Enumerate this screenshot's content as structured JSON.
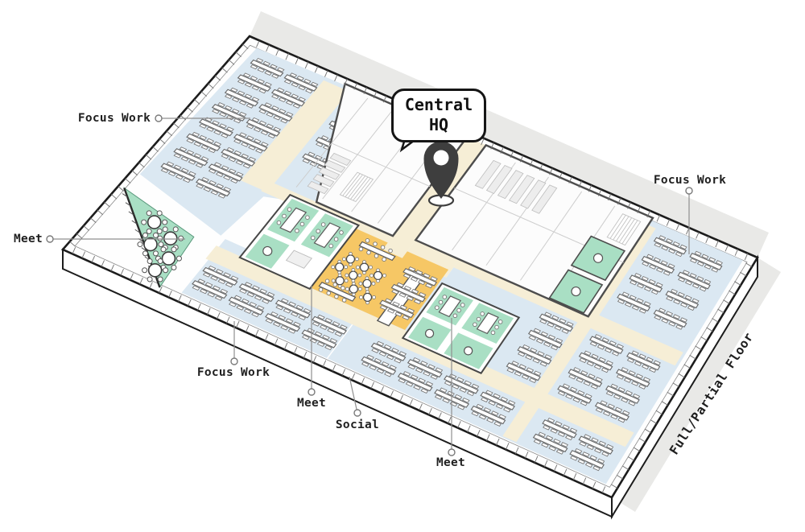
{
  "title": "Central HQ office floor plan",
  "callout": {
    "line1": "Central",
    "line2": "HQ"
  },
  "pin": {
    "icon": "map-pin-icon",
    "color": "#3e3e3e"
  },
  "labels": [
    {
      "id": "focus-work-top-left",
      "text": "Focus Work"
    },
    {
      "id": "meet-left",
      "text": "Meet"
    },
    {
      "id": "focus-work-bottom-left",
      "text": "Focus Work"
    },
    {
      "id": "meet-center",
      "text": "Meet"
    },
    {
      "id": "social",
      "text": "Social"
    },
    {
      "id": "meet-bottom",
      "text": "Meet"
    },
    {
      "id": "focus-work-right",
      "text": "Focus Work"
    },
    {
      "id": "full-partial-floor",
      "text": "Full/Partial Floor"
    }
  ],
  "zone_colors": {
    "focus_work": "#dbe8f2",
    "meet": "#a9dfc4",
    "social": "#f6c765",
    "circulation": "#f6eed6",
    "shadow": "#e9e9e7",
    "pin": "#3e3e3e"
  }
}
